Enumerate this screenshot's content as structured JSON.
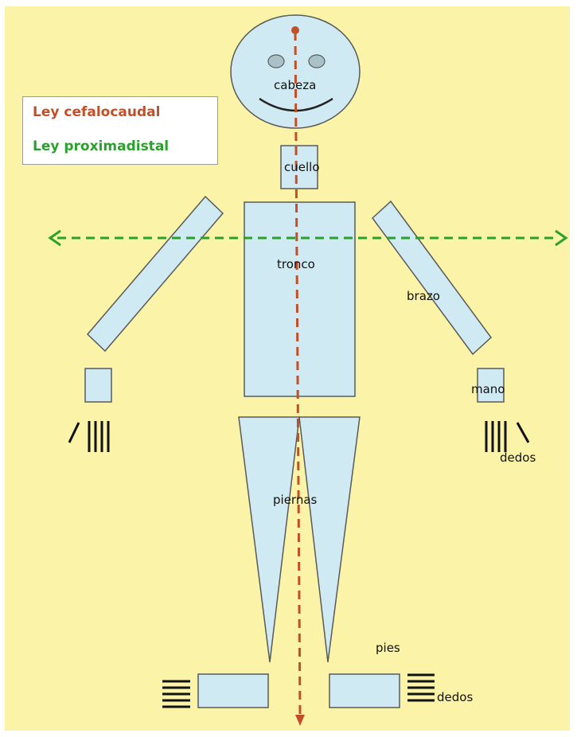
{
  "legend": {
    "cephalocaudal": "Ley cefalocaudal",
    "proximodistal": "Ley proximadistal"
  },
  "labels": {
    "head": "cabeza",
    "neck": "cuello",
    "trunk": "tronco",
    "arm": "brazo",
    "hand": "mano",
    "fingers": "dedos",
    "legs": "piernas",
    "feet": "pies",
    "toes": "dedos"
  },
  "colors": {
    "background": "#fbf3a8",
    "body_fill": "#cfeaf2",
    "outline": "#5a5a5a",
    "cephalocaudal_arrow": "#c0502a",
    "proximodistal_arrow": "#2ca02c",
    "digits": "#111111"
  }
}
